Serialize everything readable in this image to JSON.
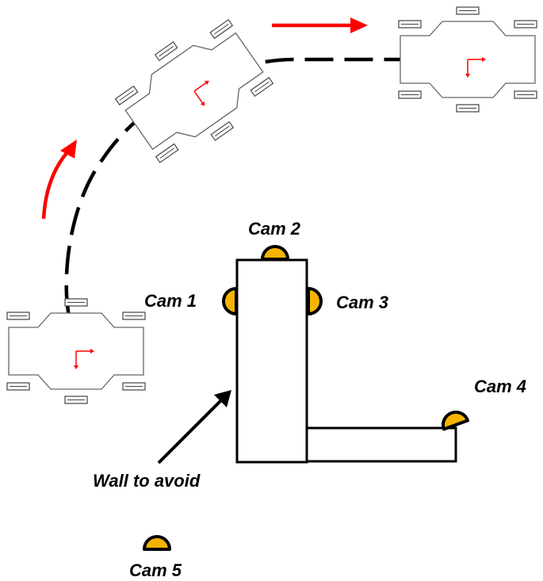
{
  "labels": {
    "cam1": "Cam 1",
    "cam2": "Cam 2",
    "cam3": "Cam 3",
    "cam4": "Cam 4",
    "cam5": "Cam 5",
    "wall": "Wall to avoid"
  },
  "colors": {
    "camera_fill": "#f5b400",
    "camera_outline": "#000000",
    "motion_arrow": "#ff0000",
    "path": "#000000",
    "robot_outline": "#555555",
    "wall_outline": "#000000"
  },
  "icons": {
    "camera": "half-dome-camera-icon",
    "robot": "mobile-robot-top-view",
    "arrow": "red-motion-arrow"
  }
}
